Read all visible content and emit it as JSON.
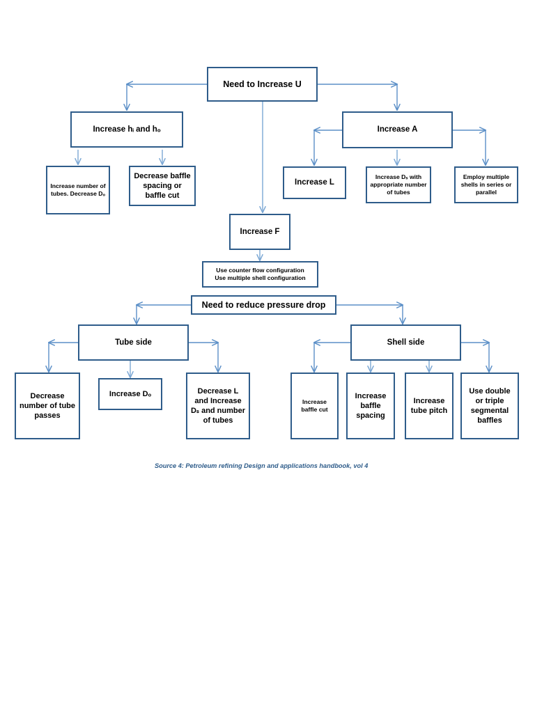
{
  "diagram": {
    "title_node": {
      "label": "Need to Increase U"
    },
    "branch_hi_ho": {
      "label": "Increase hᵢ and hₒ"
    },
    "branch_A": {
      "label": "Increase A"
    },
    "branch_F": {
      "label": "Increase F"
    },
    "leaf_tubes": {
      "label": "Increase number of tubes. Decrease Dₒ"
    },
    "leaf_baffle": {
      "label": "Decrease baffle spacing or baffle cut"
    },
    "leaf_L": {
      "label": "Increase L"
    },
    "leaf_Ds": {
      "label": "Increase Dₛ with appropriate number of tubes"
    },
    "leaf_shells": {
      "label": "Employ multiple shells in series or parallel"
    },
    "leaf_F_config": {
      "label": "Use counter flow configuration Use multiple shell configuration"
    },
    "leaf_F_config_line1": {
      "label": "Use counter flow configuration"
    },
    "leaf_F_config_line2": {
      "label": "Use multiple shell configuration"
    },
    "pressure_node": {
      "label": "Need to reduce pressure drop"
    },
    "tube_side": {
      "label": "Tube side"
    },
    "shell_side": {
      "label": "Shell side"
    },
    "leaf_tube_passes": {
      "label": "Decrease number of tube passes"
    },
    "leaf_increase_Do": {
      "label": "Increase Dₒ"
    },
    "leaf_decrease_L": {
      "label": "Decrease L and Increase Dₛ and number of tubes"
    },
    "leaf_baffle_cut": {
      "label": "Increase baffle cut"
    },
    "leaf_baffle_spacing": {
      "label": "Increase baffle spacing"
    },
    "leaf_tube_pitch": {
      "label": "Increase tube pitch"
    },
    "leaf_seg_baffles": {
      "label": "Use double or triple segmental baffles"
    },
    "caption": {
      "label": "Source 4: Petroleum refining Design and applications handbook, vol 4"
    },
    "colors": {
      "box_border": "#2E5C8A",
      "connector": "#5B8FC7",
      "caption_text": "#2E5C8A",
      "background": "#FFFFFF",
      "text": "#000000"
    }
  }
}
